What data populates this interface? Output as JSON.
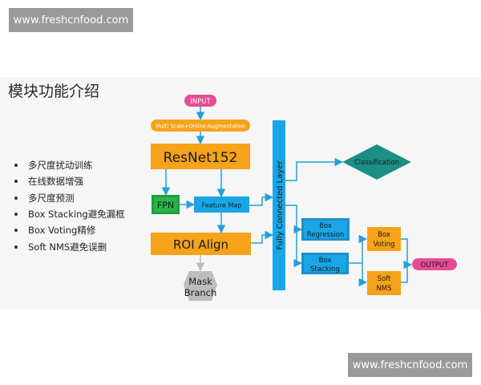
{
  "watermark": {
    "top": "www.freshcnfood.com",
    "bottom": "www.freshcnfood.com"
  },
  "title": "模块功能介绍",
  "bullets": [
    "多尺度扰动训练",
    "在线数据增强",
    "多尺度预测",
    "Box Stacking避免漏框",
    "Box Voting精修",
    "Soft NMS避免误删"
  ],
  "diagram": {
    "input": "INPUT",
    "multiscale": "Multi Scale+Online-Augmentation",
    "resnet": "ResNet152",
    "fpn": "FPN",
    "feature_map": "Feature Map",
    "roi_align": "ROI Align",
    "mask_branch": [
      "Mask",
      "Branch"
    ],
    "fc_layer": "Fully Connected Layer",
    "classification": "Classification",
    "box_regression": [
      "Box",
      "Regression"
    ],
    "box_stacking": [
      "Box",
      "Stacking"
    ],
    "box_voting": [
      "Box",
      "Voting"
    ],
    "soft_nms": [
      "Soft",
      "NMS"
    ],
    "output": "OUTPUT"
  },
  "colors": {
    "orange": "#f7a21b",
    "blue": "#1aa6e6",
    "teal": "#1b8f86",
    "green": "#2cb34a",
    "magenta": "#e64c94",
    "gray_hex": "#bdbdbd",
    "arrow": "#22a0da"
  }
}
